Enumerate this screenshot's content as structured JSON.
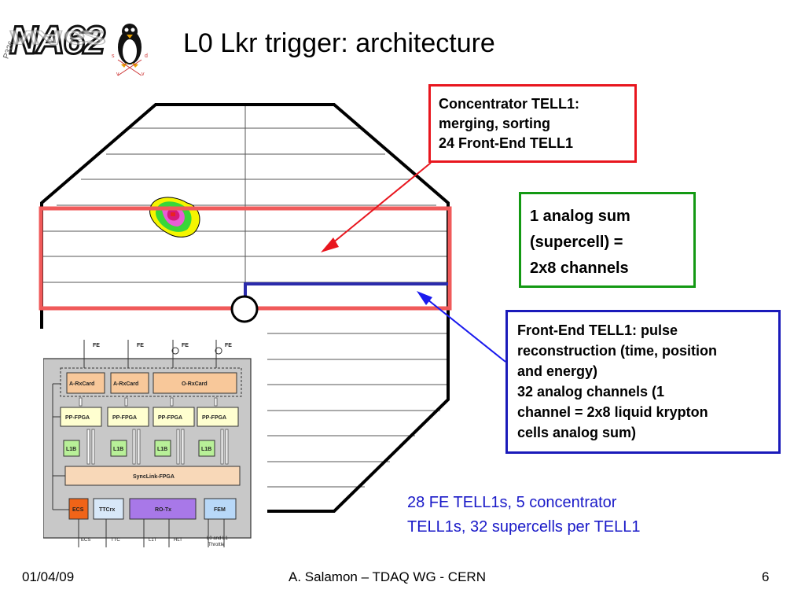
{
  "slide": {
    "title": "L0 Lkr trigger: architecture",
    "logo": {
      "main": "NA62",
      "side": "P326"
    }
  },
  "callouts": {
    "concentrator": {
      "line1": "Concentrator TELL1:",
      "line2": "merging, sorting",
      "line3": "24 Front-End TELL1",
      "color": "#e8161e"
    },
    "supercell": {
      "line1": "1 analog sum",
      "line2": "(supercell) =",
      "line3": "2x8 channels",
      "color": "#139913"
    },
    "frontend": {
      "line1": "Front-End TELL1: pulse",
      "line2": "reconstruction (time, position",
      "line3": "and energy)",
      "line4": "32 analog channels (1",
      "line5": "channel = 2x8 liquid krypton",
      "line6": "cells analog sum)",
      "color": "#1a1aba"
    }
  },
  "summary": {
    "line1": "28 FE TELL1s, 5 concentrator",
    "line2": "TELL1s, 32 supercells per TELL1",
    "color": "#1a1ac8"
  },
  "board": {
    "top_inputs": [
      "FE",
      "FE",
      "FE",
      "FE"
    ],
    "rxcards": [
      "A-RxCard",
      "A-RxCard",
      "O-RxCard"
    ],
    "fpgas": [
      "PP-FPGA",
      "PP-FPGA",
      "PP-FPGA",
      "PP-FPGA"
    ],
    "l1b": [
      "L1B",
      "L1B",
      "L1B",
      "L1B"
    ],
    "synclink": "SyncLink-FPGA",
    "bottom_blocks": [
      "ECS",
      "TTCrx",
      "RO-Tx",
      "FEM"
    ],
    "bottom_outputs": [
      "ECS",
      "TTC",
      "L1T",
      "HLT",
      "L0 and L1",
      "Throttle"
    ]
  },
  "footer": {
    "date": "01/04/09",
    "author": "A. Salamon – TDAQ WG - CERN",
    "page": "6"
  }
}
